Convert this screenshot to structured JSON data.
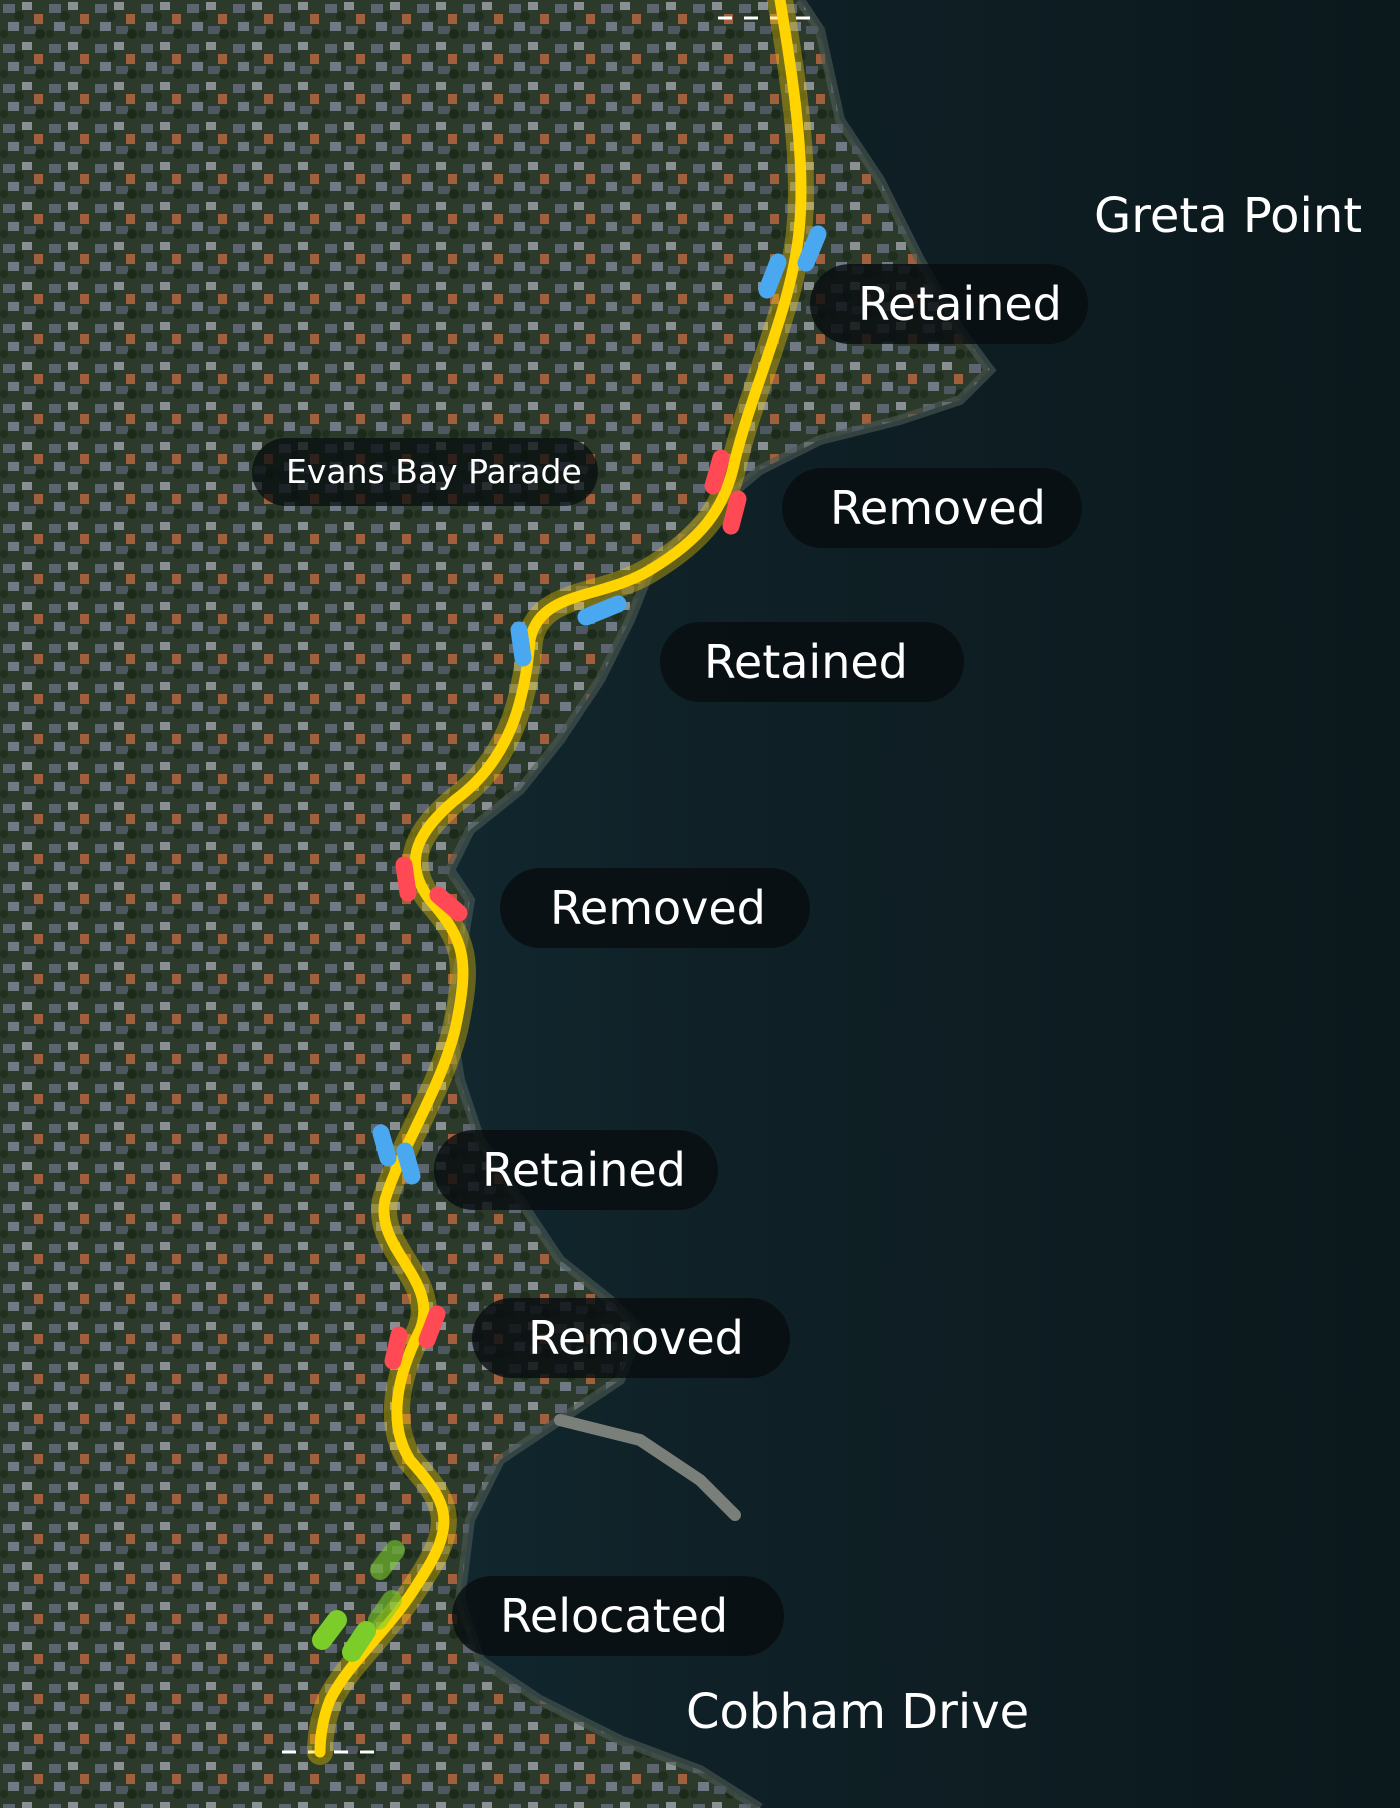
{
  "places": {
    "greta_point": "Greta Point",
    "cobham_drive": "Cobham Drive",
    "street": "Evans Bay Parade"
  },
  "labels": {
    "l1": "Retained",
    "l2": "Removed",
    "l3": "Retained",
    "l4": "Removed",
    "l5": "Retained",
    "l6": "Removed",
    "l7": "Relocated"
  },
  "colors": {
    "route": "#ffd400",
    "retained": "#4aa8f0",
    "removed": "#ff4a55",
    "relocated": "#7ccc2a",
    "sea": "#0f2127",
    "land": "#2c3a2c"
  }
}
